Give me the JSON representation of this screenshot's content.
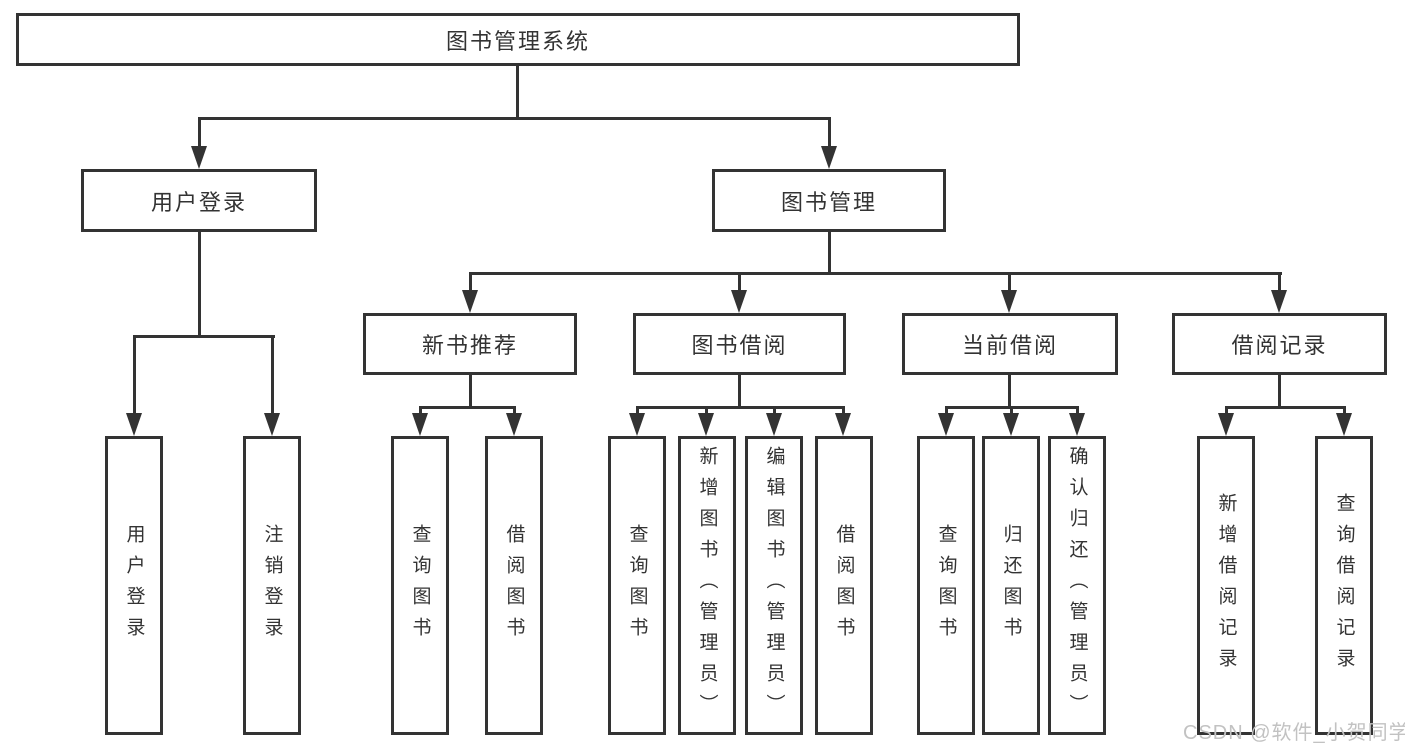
{
  "tree": {
    "root": "图书管理系统",
    "level1": {
      "user_login": "用户登录",
      "book_mgmt": "图书管理"
    },
    "user_login_children": [
      "用户登录",
      "注销登录"
    ],
    "level2": {
      "new_book": "新书推荐",
      "book_borrow": "图书借阅",
      "current_borrow": "当前借阅",
      "borrow_record": "借阅记录"
    },
    "new_book_children": [
      "查询图书",
      "借阅图书"
    ],
    "book_borrow_children": [
      "查询图书",
      "新增图书（管理员）",
      "编辑图书（管理员）",
      "借阅图书"
    ],
    "current_borrow_children": [
      "查询图书",
      "归还图书",
      "确认归还（管理员）"
    ],
    "borrow_record_children": [
      "新增借阅记录",
      "查询借阅记录"
    ]
  },
  "watermark": "CSDN @软件_小贺同学",
  "colors": {
    "stroke": "#333333",
    "background": "#ffffff",
    "watermark": "#c2c2c2"
  }
}
